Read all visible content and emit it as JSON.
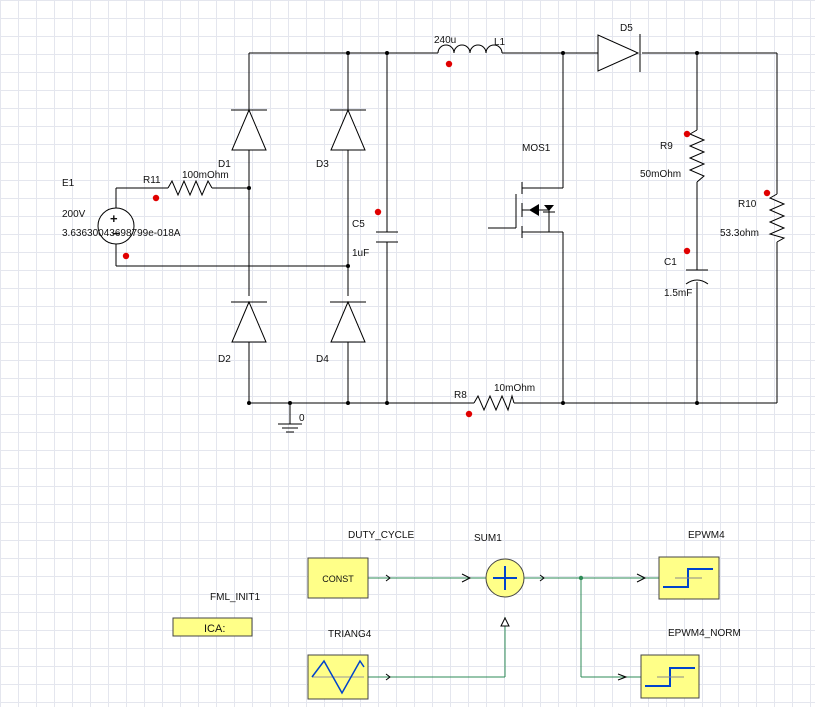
{
  "circuit": {
    "E1": {
      "name": "E1",
      "value": "200V",
      "current": "3.6363004369879​9e-018A"
    },
    "R11": {
      "name": "R11",
      "value": "100mOhm"
    },
    "D1": {
      "name": "D1"
    },
    "D2": {
      "name": "D2"
    },
    "D3": {
      "name": "D3"
    },
    "D4": {
      "name": "D4"
    },
    "D5": {
      "name": "D5"
    },
    "C5": {
      "name": "C5",
      "value": "1uF"
    },
    "L1": {
      "name": "L1",
      "value": "240u"
    },
    "MOS1": {
      "name": "MOS1"
    },
    "R8": {
      "name": "R8",
      "value": "10mOhm"
    },
    "R9": {
      "name": "R9",
      "value": "50mOhm"
    },
    "C1": {
      "name": "C1",
      "value": "1.5mF"
    },
    "R10": {
      "name": "R10",
      "value": "53.3ohm"
    },
    "ground": {
      "label": "0"
    }
  },
  "control": {
    "duty_cycle": {
      "name": "DUTY_CYCLE",
      "block_text": "CONST"
    },
    "triang4": {
      "name": "TRIANG4"
    },
    "sum1": {
      "name": "SUM1",
      "symbol": "+"
    },
    "epwm4": {
      "name": "EPWM4"
    },
    "epwm4_norm": {
      "name": "EPWM4_NORM"
    },
    "fml_init1": {
      "name": "FML_INIT1",
      "block_text": "ICA:"
    }
  },
  "colors": {
    "background": "#ffffff",
    "grid": "#e4e6ee",
    "wire": "#000000",
    "signal_wire": "#2e8b57",
    "block_fill": "#ffff88",
    "marker": "#e00000",
    "pwm_symbol": "#0044cc"
  }
}
